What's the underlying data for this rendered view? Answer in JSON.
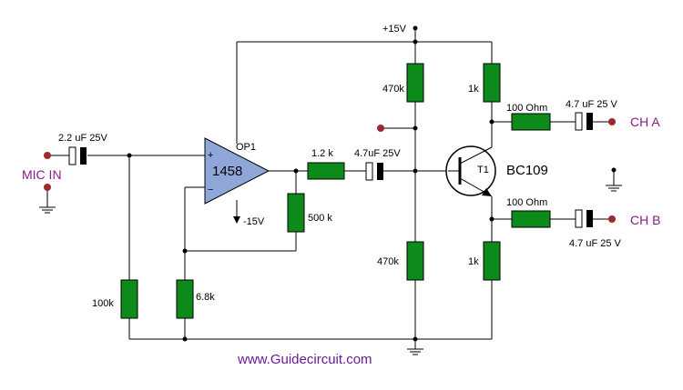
{
  "supply": {
    "vcc_label": "+15V",
    "vee_label": "-15V"
  },
  "input": {
    "label": "MIC IN",
    "cap_label": "2.2 uF 25V"
  },
  "opamp": {
    "ref": "OP1",
    "part": "1458",
    "plus": "+",
    "minus": "−"
  },
  "resistors": {
    "r_100k": "100k",
    "r_6k8": "6.8k",
    "r_500k": "500 k",
    "r_1k2": "1.2 k",
    "r_470k_top": "470k",
    "r_470k_bottom": "470k",
    "r_1k_top": "1k",
    "r_1k_bottom": "1k",
    "r_100ohm_a": "100 Ohm",
    "r_100ohm_b": "100 Ohm"
  },
  "capacitors": {
    "c_coupling": "4.7uF 25V",
    "c_out_a": "4.7 uF 25 V",
    "c_out_b": "4.7 uF 25 V"
  },
  "transistor": {
    "ref": "T1",
    "part": "BC109"
  },
  "outputs": {
    "a": "CH A",
    "b": "CH B"
  },
  "website": "www.Guidecircuit.com",
  "colors": {
    "component_fill": "#0c8a1a",
    "opamp_fill": "#8fa7d8",
    "terminal": "#9c2a2a",
    "label_purple": "#8a1a8a",
    "site_purple": "#6a1a9a"
  }
}
